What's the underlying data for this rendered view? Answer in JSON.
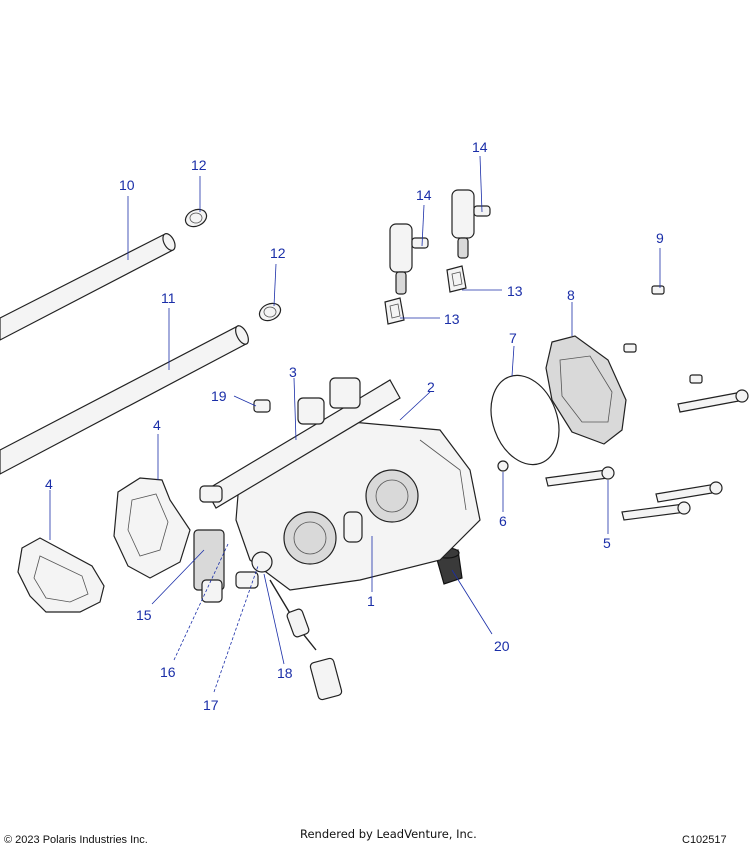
{
  "diagram": {
    "callouts": [
      "1",
      "2",
      "3",
      "4",
      "4",
      "5",
      "6",
      "7",
      "8",
      "9",
      "10",
      "11",
      "12",
      "12",
      "13",
      "13",
      "14",
      "14",
      "15",
      "16",
      "17",
      "18",
      "19",
      "20"
    ],
    "colors": {
      "callout": "#1a2ea8",
      "outline": "#222222",
      "fill": "#f4f4f4"
    }
  },
  "footer": {
    "copyright": "© 2023 Polaris Industries Inc.",
    "rendered_by": "Rendered by LeadVenture, Inc.",
    "figure_id": "C102517"
  }
}
